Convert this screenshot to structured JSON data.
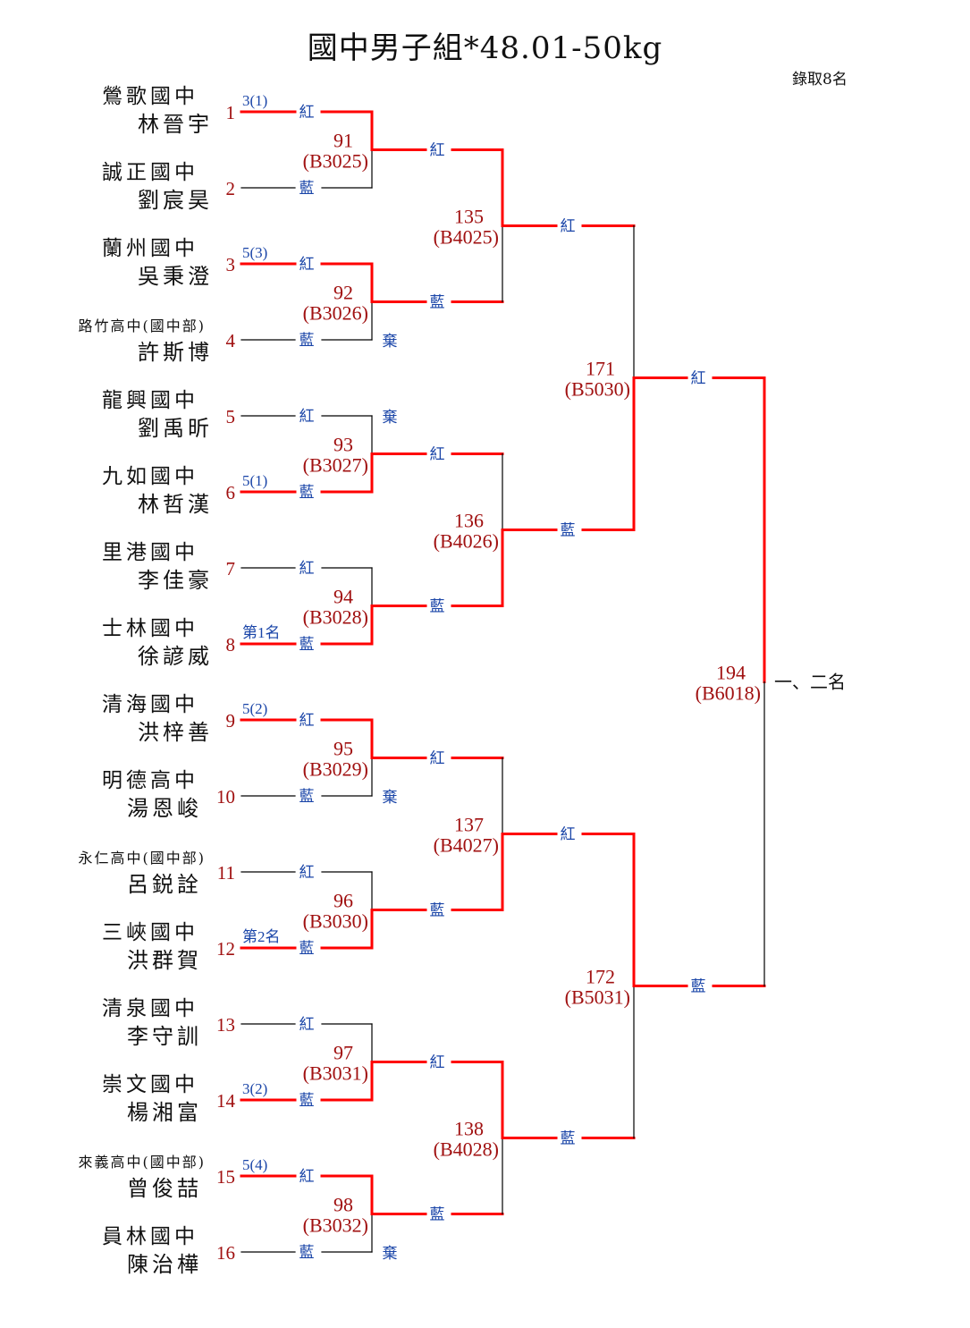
{
  "title": "國中男子組*48.01-50kg",
  "quota_label": "錄取8名",
  "corner_labels": {
    "red": "紅",
    "blue": "藍"
  },
  "forfeit_label": "棄",
  "final_label": "一、二名",
  "colors": {
    "win_line": "#ff0000",
    "line": "#000000",
    "number": "#a01010",
    "corner": "#1a45a8"
  },
  "players": [
    {
      "number": "1",
      "school": "鶯歌國中",
      "name": "林晉宇",
      "seed": "3(1)",
      "forfeit": false
    },
    {
      "number": "2",
      "school": "誠正國中",
      "name": "劉宸昊",
      "seed": "",
      "forfeit": false
    },
    {
      "number": "3",
      "school": "蘭州國中",
      "name": "吳秉澄",
      "seed": "5(3)",
      "forfeit": false
    },
    {
      "number": "4",
      "school": "路竹高中(國中部)",
      "name": "許斯博",
      "seed": "",
      "forfeit": true
    },
    {
      "number": "5",
      "school": "龍興國中",
      "name": "劉禹昕",
      "seed": "",
      "forfeit": true
    },
    {
      "number": "6",
      "school": "九如國中",
      "name": "林哲漢",
      "seed": "5(1)",
      "forfeit": false
    },
    {
      "number": "7",
      "school": "里港國中",
      "name": "李佳豪",
      "seed": "",
      "forfeit": false
    },
    {
      "number": "8",
      "school": "士林國中",
      "name": "徐諺威",
      "seed": "第1名",
      "forfeit": false
    },
    {
      "number": "9",
      "school": "清海國中",
      "name": "洪梓善",
      "seed": "5(2)",
      "forfeit": false
    },
    {
      "number": "10",
      "school": "明德高中",
      "name": "湯恩峻",
      "seed": "",
      "forfeit": true
    },
    {
      "number": "11",
      "school": "永仁高中(國中部)",
      "name": "呂鋭詮",
      "seed": "",
      "forfeit": false
    },
    {
      "number": "12",
      "school": "三峽國中",
      "name": "洪群賀",
      "seed": "第2名",
      "forfeit": false
    },
    {
      "number": "13",
      "school": "清泉國中",
      "name": "李守訓",
      "seed": "",
      "forfeit": false
    },
    {
      "number": "14",
      "school": "崇文國中",
      "name": "楊湘富",
      "seed": "3(2)",
      "forfeit": false
    },
    {
      "number": "15",
      "school": "來義高中(國中部)",
      "name": "曾俊喆",
      "seed": "5(4)",
      "forfeit": false
    },
    {
      "number": "16",
      "school": "員林國中",
      "name": "陳治樺",
      "seed": "",
      "forfeit": true
    }
  ],
  "rounds": [
    [
      {
        "number": "91",
        "code": "(B3025)",
        "winner": "top"
      },
      {
        "number": "92",
        "code": "(B3026)",
        "winner": "top"
      },
      {
        "number": "93",
        "code": "(B3027)",
        "winner": "bottom"
      },
      {
        "number": "94",
        "code": "(B3028)",
        "winner": "bottom"
      },
      {
        "number": "95",
        "code": "(B3029)",
        "winner": "top"
      },
      {
        "number": "96",
        "code": "(B3030)",
        "winner": "bottom"
      },
      {
        "number": "97",
        "code": "(B3031)",
        "winner": "bottom"
      },
      {
        "number": "98",
        "code": "(B3032)",
        "winner": "top"
      }
    ],
    [
      {
        "number": "135",
        "code": "(B4025)",
        "winner": "top"
      },
      {
        "number": "136",
        "code": "(B4026)",
        "winner": "bottom"
      },
      {
        "number": "137",
        "code": "(B4027)",
        "winner": "bottom"
      },
      {
        "number": "138",
        "code": "(B4028)",
        "winner": "top"
      }
    ],
    [
      {
        "number": "171",
        "code": "(B5030)",
        "winner": "bottom"
      },
      {
        "number": "172",
        "code": "(B5031)",
        "winner": "top"
      }
    ],
    [
      {
        "number": "194",
        "code": "(B6018)",
        "winner": "top"
      }
    ]
  ]
}
